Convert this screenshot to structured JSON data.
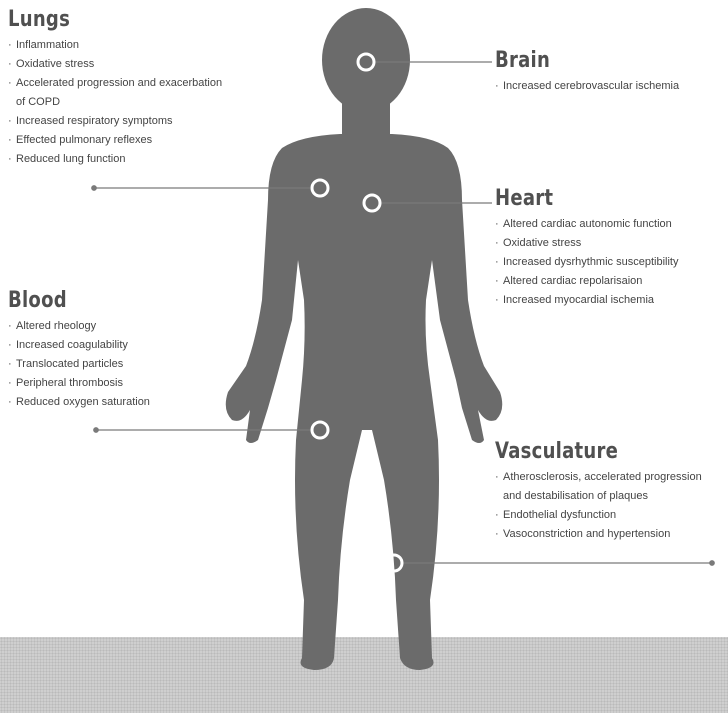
{
  "sections": {
    "lungs": {
      "title": "Lungs",
      "items": [
        "Inflammation",
        "Oxidative stress",
        "Accelerated progression and exacerbation",
        "of COPD",
        "Increased respiratory symptoms",
        "Effected pulmonary reflexes",
        "Reduced lung function"
      ]
    },
    "brain": {
      "title": "Brain",
      "items": [
        "Increased cerebrovascular ischemia"
      ]
    },
    "heart": {
      "title": "Heart",
      "items": [
        "Altered cardiac autonomic function",
        "Oxidative stress",
        "Increased dysrhythmic susceptibility",
        "Altered cardiac repolarisaion",
        "Increased myocardial ischemia"
      ]
    },
    "blood": {
      "title": "Blood",
      "items": [
        "Altered rheology",
        "Increased coagulability",
        "Translocated particles",
        "Peripheral thrombosis",
        "Reduced oxygen saturation"
      ]
    },
    "vasculature": {
      "title": "Vasculature",
      "items": [
        "Atherosclerosis, accelerated progression",
        "and destabilisation of plaques",
        "Endothelial dysfunction",
        "Vasoconstriction and hypertension"
      ]
    }
  },
  "colors": {
    "silhouette": "#6b6b6b",
    "floor": "#cfcfcf",
    "marker": "#ffffff",
    "leader_line": "#7a7a7a",
    "heading": "#505050"
  }
}
